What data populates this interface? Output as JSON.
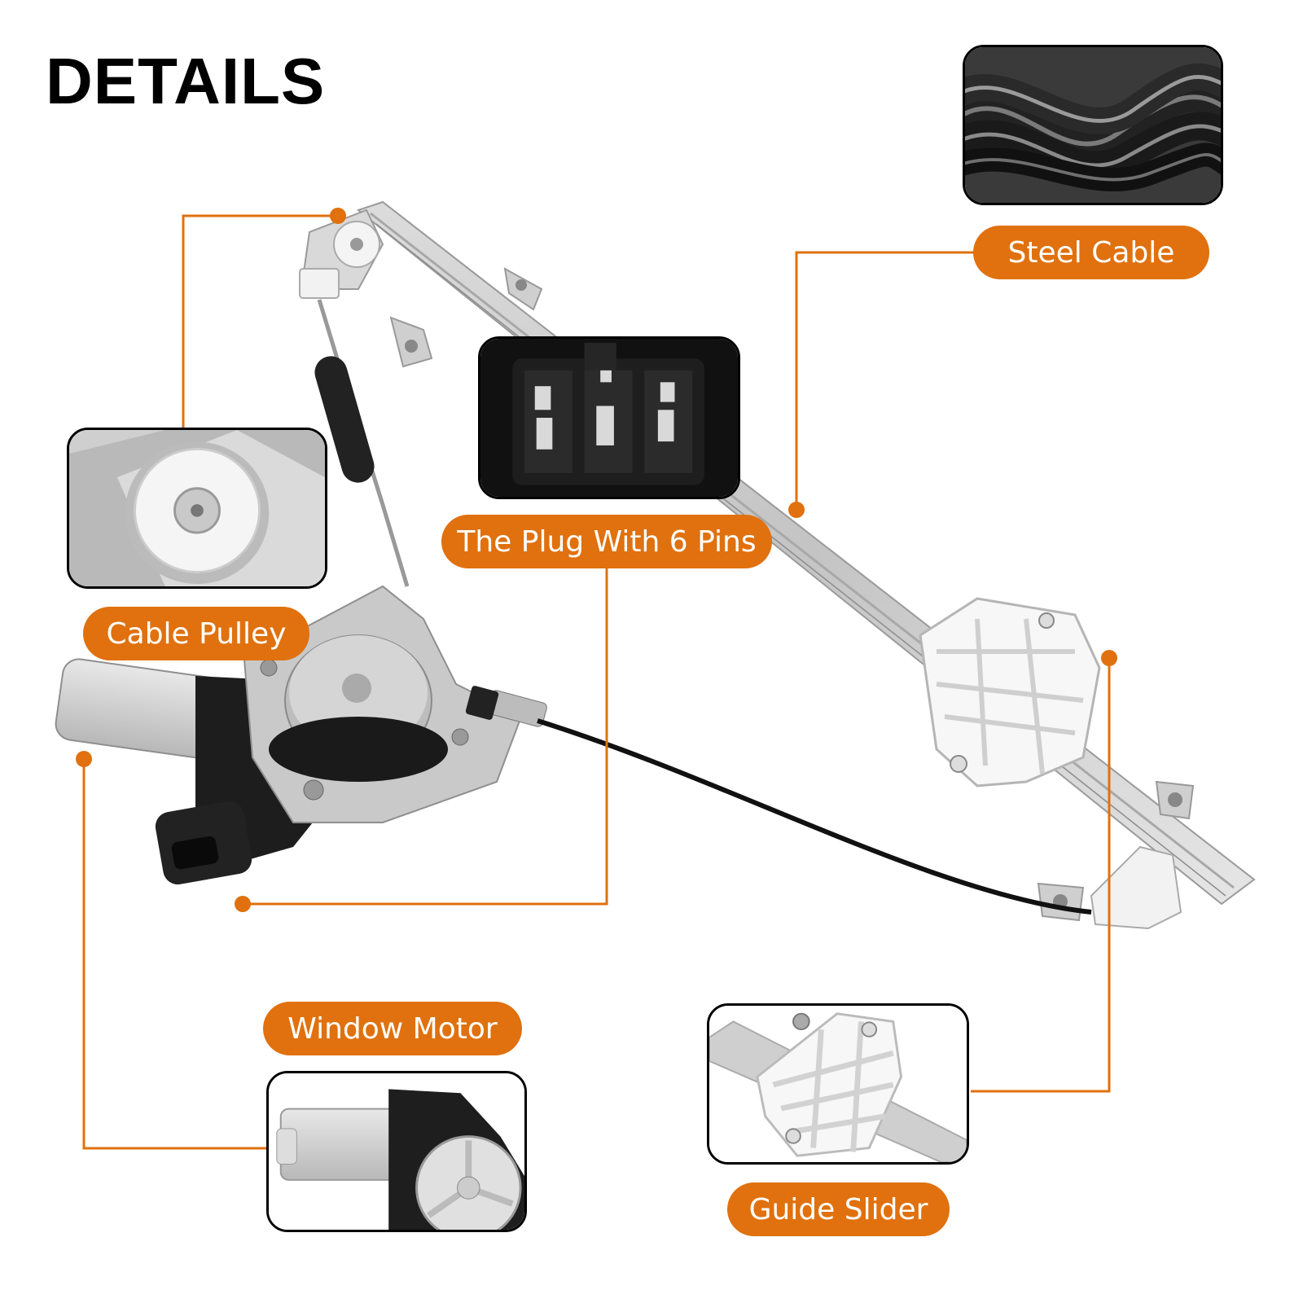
{
  "page": {
    "title": "DETAILS"
  },
  "labels": {
    "steel_cable": "Steel Cable",
    "plug": "The Plug With 6 Pins",
    "cable_pulley": "Cable Pulley",
    "window_motor": "Window Motor",
    "guide_slider": "Guide Slider"
  },
  "colors": {
    "accent": "#E0710E",
    "frame": "#000000"
  }
}
